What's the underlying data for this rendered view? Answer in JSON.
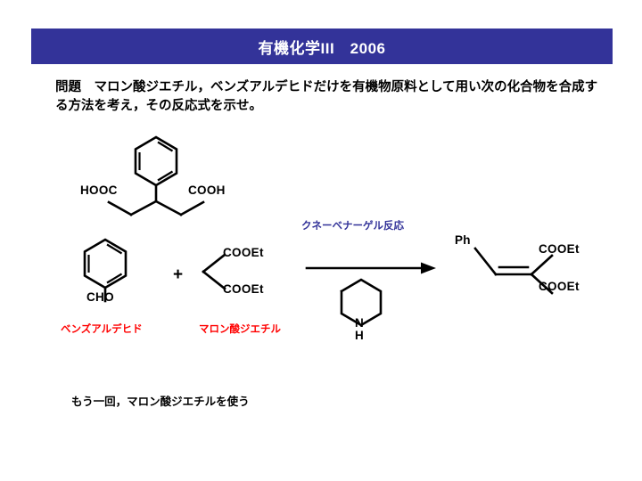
{
  "slide": {
    "title": "有機化学III　2006",
    "title_bg_color": "#333399",
    "title_text_color": "#ffffff",
    "background_color": "#ffffff"
  },
  "problem": {
    "text": "問題　マロン酸ジエチル，ベンズアルデヒドだけを有機物原料として用い次の化合物を合成する方法を考え，その反応式を示せ。"
  },
  "target_molecule": {
    "name_left_label": "HOOC",
    "name_right_label": "COOH"
  },
  "reaction": {
    "reactant1_label": "CHO",
    "reactant1_name": "ベンズアルデヒド",
    "plus": "+",
    "reactant2_label_top": "COOEt",
    "reactant2_label_bottom": "COOEt",
    "reactant2_name": "マロン酸ジエチル",
    "reagent_label": "N",
    "reagent_h_label": "H",
    "arrow_caption": "クネーベナーゲル反応",
    "product_ph_label": "Ph",
    "product_label_top": "COOEt",
    "product_label_bottom": "COOEt"
  },
  "note": {
    "text": "もう一回，マロン酸ジエチルを使う"
  },
  "colors": {
    "red_label": "#ff0000",
    "blue_label": "#333399",
    "black": "#000000"
  }
}
